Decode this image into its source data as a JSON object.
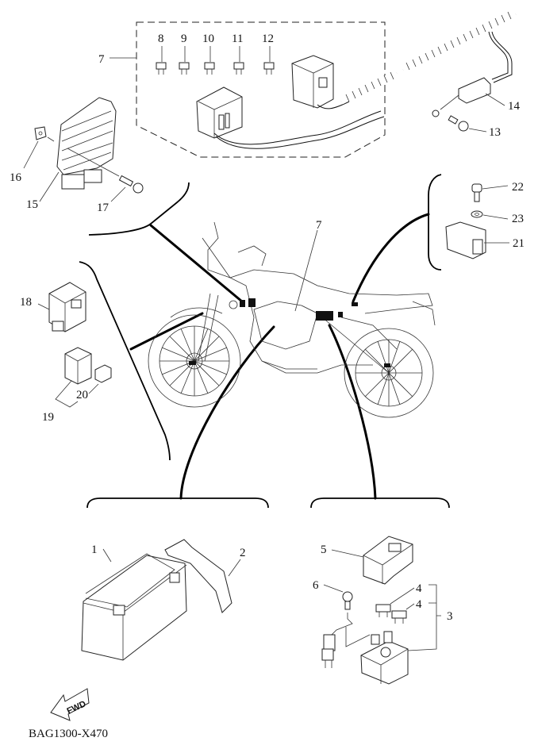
{
  "diagram": {
    "drawing_code": "BAG1300-X470",
    "fwd_label": "FWD",
    "callouts": {
      "c1": "1",
      "c2": "2",
      "c3": "3",
      "c4a": "4",
      "c4b": "4",
      "c5": "5",
      "c6": "6",
      "c7a": "7",
      "c7b": "7",
      "c8": "8",
      "c9": "9",
      "c10": "10",
      "c11": "11",
      "c12": "12",
      "c13": "13",
      "c14": "14",
      "c15": "15",
      "c16": "16",
      "c17": "17",
      "c18": "18",
      "c19": "19",
      "c20": "20",
      "c21": "21",
      "c22": "22",
      "c23": "23"
    },
    "groups": [
      {
        "name": "fuse-box-assembly",
        "callout": "7",
        "contains": [
          "8",
          "9",
          "10",
          "11",
          "12"
        ]
      },
      {
        "name": "relay-assembly",
        "callout": "19",
        "contains": [
          "20"
        ]
      },
      {
        "name": "starter-relay-assembly",
        "callout": "3",
        "contains": [
          "4",
          "4"
        ]
      }
    ]
  }
}
